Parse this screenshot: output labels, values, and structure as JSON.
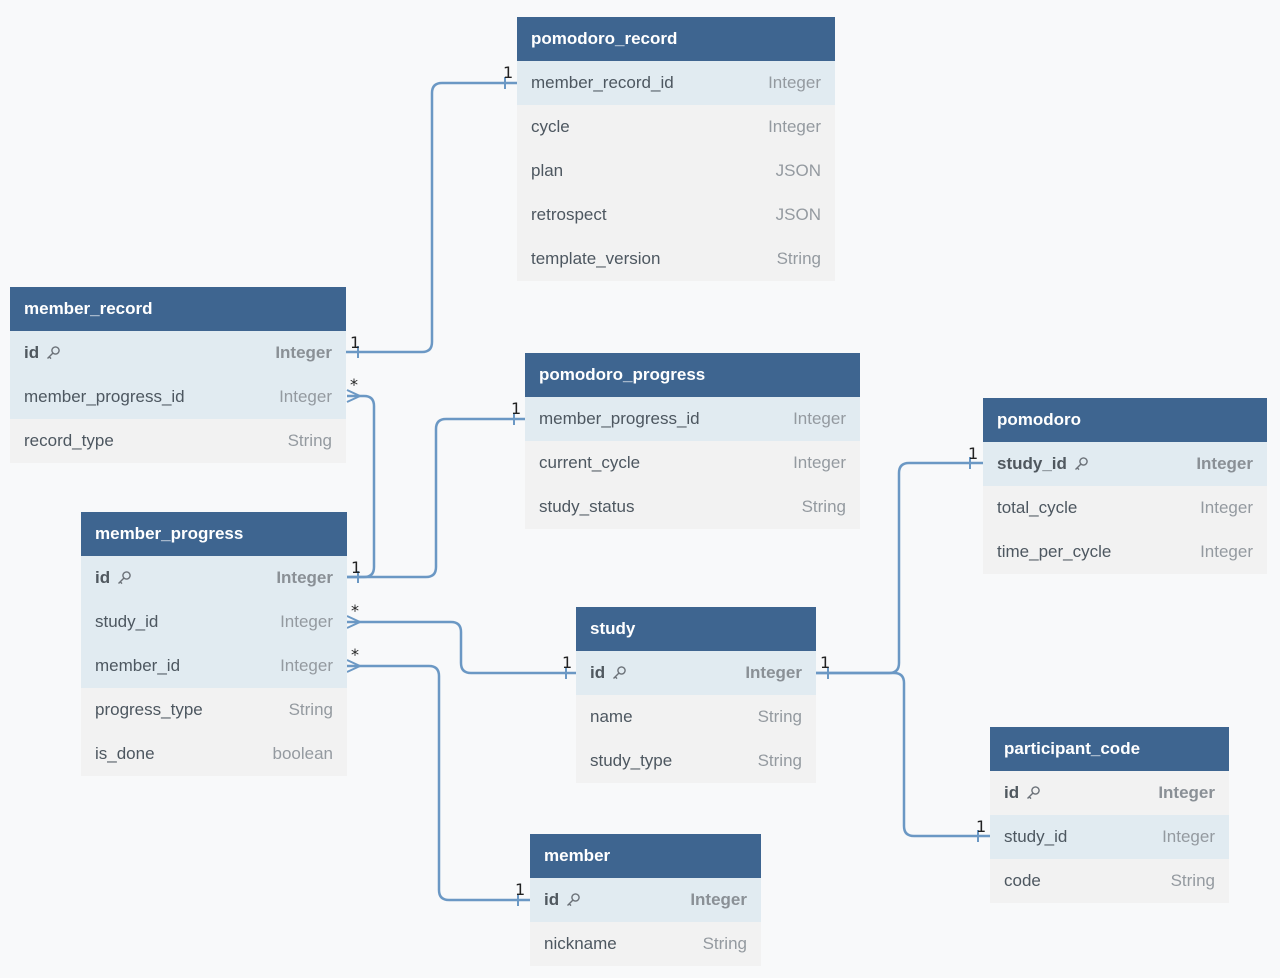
{
  "tables": [
    {
      "name": "pomodoro_record",
      "fields": [
        {
          "name": "member_record_id",
          "type": "Integer"
        },
        {
          "name": "cycle",
          "type": "Integer"
        },
        {
          "name": "plan",
          "type": "JSON"
        },
        {
          "name": "retrospect",
          "type": "JSON"
        },
        {
          "name": "template_version",
          "type": "String"
        }
      ]
    },
    {
      "name": "member_record",
      "fields": [
        {
          "name": "id",
          "type": "Integer"
        },
        {
          "name": "member_progress_id",
          "type": "Integer"
        },
        {
          "name": "record_type",
          "type": "String"
        }
      ]
    },
    {
      "name": "pomodoro_progress",
      "fields": [
        {
          "name": "member_progress_id",
          "type": "Integer"
        },
        {
          "name": "current_cycle",
          "type": "Integer"
        },
        {
          "name": "study_status",
          "type": "String"
        }
      ]
    },
    {
      "name": "pomodoro",
      "fields": [
        {
          "name": "study_id",
          "type": "Integer"
        },
        {
          "name": "total_cycle",
          "type": "Integer"
        },
        {
          "name": "time_per_cycle",
          "type": "Integer"
        }
      ]
    },
    {
      "name": "member_progress",
      "fields": [
        {
          "name": "id",
          "type": "Integer"
        },
        {
          "name": "study_id",
          "type": "Integer"
        },
        {
          "name": "member_id",
          "type": "Integer"
        },
        {
          "name": "progress_type",
          "type": "String"
        },
        {
          "name": "is_done",
          "type": "boolean"
        }
      ]
    },
    {
      "name": "study",
      "fields": [
        {
          "name": "id",
          "type": "Integer"
        },
        {
          "name": "name",
          "type": "String"
        },
        {
          "name": "study_type",
          "type": "String"
        }
      ]
    },
    {
      "name": "participant_code",
      "fields": [
        {
          "name": "id",
          "type": "Integer"
        },
        {
          "name": "study_id",
          "type": "Integer"
        },
        {
          "name": "code",
          "type": "String"
        }
      ]
    },
    {
      "name": "member",
      "fields": [
        {
          "name": "id",
          "type": "Integer"
        },
        {
          "name": "nickname",
          "type": "String"
        }
      ]
    }
  ],
  "relations": [
    {
      "from_table": "member_record",
      "from_field": "id",
      "from_card": "1",
      "to_table": "pomodoro_record",
      "to_field": "member_record_id",
      "to_card": "1"
    },
    {
      "from_table": "member_record",
      "from_field": "member_progress_id",
      "from_card": "*",
      "to_table": "member_progress",
      "to_field": "id",
      "to_card": "1"
    },
    {
      "from_table": "member_progress",
      "from_field": "id",
      "from_card": "1",
      "to_table": "pomodoro_progress",
      "to_field": "member_progress_id",
      "to_card": "1"
    },
    {
      "from_table": "member_progress",
      "from_field": "study_id",
      "from_card": "*",
      "to_table": "study",
      "to_field": "id",
      "to_card": "1"
    },
    {
      "from_table": "member_progress",
      "from_field": "member_id",
      "from_card": "*",
      "to_table": "member",
      "to_field": "id",
      "to_card": "1"
    },
    {
      "from_table": "study",
      "from_field": "id",
      "from_card": "1",
      "to_table": "pomodoro",
      "to_field": "study_id",
      "to_card": "1"
    },
    {
      "from_table": "study",
      "from_field": "id",
      "from_card": "1",
      "to_table": "participant_code",
      "to_field": "study_id",
      "to_card": "1"
    }
  ],
  "colors": {
    "header": "#3e6590",
    "line": "#6b98c4",
    "highlight_row": "#e1ebf1",
    "row": "#f2f2f2"
  }
}
